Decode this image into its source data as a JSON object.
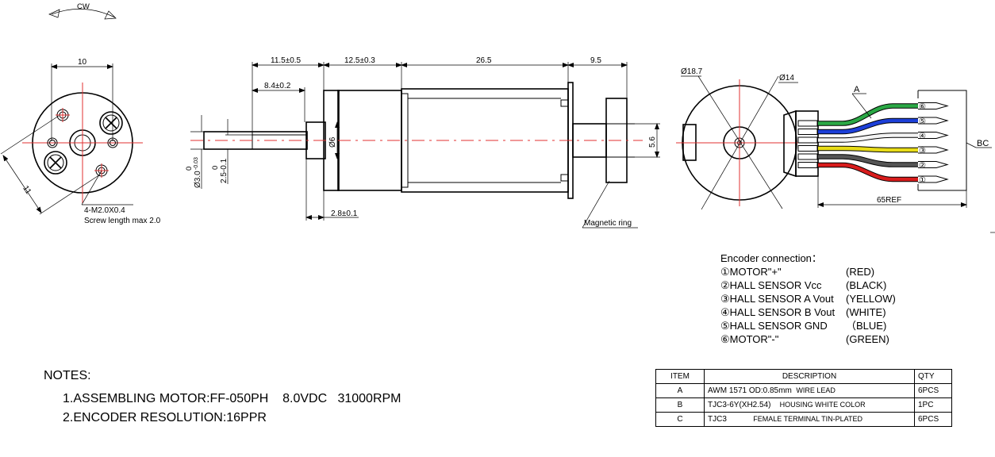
{
  "rotation": {
    "label": "CW"
  },
  "front_view": {
    "dim_width": "10",
    "dim_diag": "11",
    "screw_callout": "4-M2.0X0.4",
    "screw_length": "Screw length max 2.0"
  },
  "side_view": {
    "dim_shaft_len": "11.5±0.5",
    "dim_flat_len": "8.4±0.2",
    "dim_gear_len": "12.5±0.3",
    "dim_motor_len": "26.5",
    "dim_encoder_len": "9.5",
    "dim_boss_len": "2.8±0.1",
    "dim_shaft_dia": "Ø3.0",
    "dim_shaft_tol_upper": "0",
    "dim_shaft_tol_lower": "-0.03",
    "dim_flat_height": "2.5-0.1",
    "dim_flat_tol": "0",
    "dim_boss_dia": "Ø6",
    "dim_encoder_shaft": "5.6",
    "magnetic_ring_label": "Magnetic ring"
  },
  "rear_view": {
    "dim_outer_dia": "Ø18.7",
    "dim_inner_dia": "Ø14",
    "callout_a": "A",
    "callout_bc": "BC",
    "dim_lead_len": "65REF",
    "wire_colors": [
      "#d81c1c",
      "#555555",
      "#e8dc18",
      "#f4f4f4",
      "#1c3fd8",
      "#2aa845"
    ],
    "pin_numbers": [
      "①",
      "②",
      "③",
      "④",
      "⑤",
      "⑥"
    ]
  },
  "encoder": {
    "title": "Encoder connection：",
    "rows": [
      {
        "name": "①MOTOR\"+\"",
        "color": "(RED)"
      },
      {
        "name": "②HALL SENSOR Vcc",
        "color": "(BLACK)"
      },
      {
        "name": "③HALL SENSOR A Vout",
        "color": "(YELLOW)"
      },
      {
        "name": "④HALL SENSOR B Vout",
        "color": "(WHITE)"
      },
      {
        "name": "⑤HALL SENSOR GND",
        "color": "（BLUE)"
      },
      {
        "name": "⑥MOTOR\"-\"",
        "color": "(GREEN)"
      }
    ]
  },
  "notes": {
    "title": "NOTES:",
    "items": [
      "1.ASSEMBLING MOTOR:FF-050PH    8.0VDC   31000RPM",
      "2.ENCODER RESOLUTION:16PPR"
    ]
  },
  "bom": {
    "headers": {
      "item": "ITEM",
      "description": "DESCRIPTION",
      "qty": "QTY"
    },
    "rows": [
      {
        "item": "A",
        "desc_main": "AWM 1571   OD:0.85mm",
        "desc_spec": "WIRE LEAD",
        "qty": "6PCS"
      },
      {
        "item": "B",
        "desc_main": "TJC3-6Y(XH2.54)",
        "desc_spec": "HOUSING WHITE COLOR",
        "qty": "1PC"
      },
      {
        "item": "C",
        "desc_main": "TJC3",
        "desc_spec": "FEMALE TERMINAL TIN-PLATED",
        "qty": "6PCS"
      }
    ]
  }
}
